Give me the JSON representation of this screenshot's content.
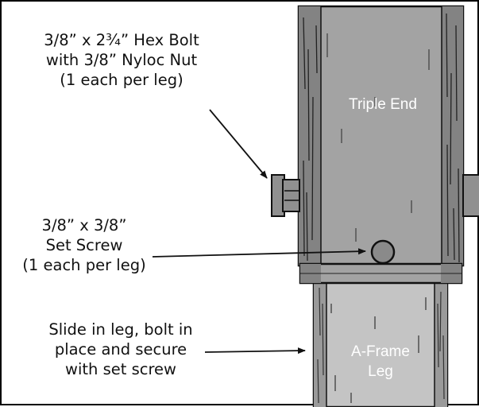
{
  "callouts": {
    "hex_bolt": [
      "3/8” x 2¾” Hex Bolt",
      "with 3/8” Nyloc Nut",
      "(1 each per leg)"
    ],
    "set_screw": [
      "3/8” x 3/8”",
      "Set Screw",
      "(1 each per leg)"
    ],
    "slide_in": [
      "Slide in leg, bolt in",
      "place and secure",
      "with set screw"
    ]
  },
  "parts": {
    "triple_end": "Triple End",
    "a_frame_leg": [
      "A-Frame",
      "Leg"
    ]
  },
  "colors": {
    "outer_tube": "#8e8e8e",
    "outer_tube_face": "#a3a3a3",
    "inner_leg": "#c4c4c4",
    "hardware": "#909090",
    "ink": "#111111"
  }
}
